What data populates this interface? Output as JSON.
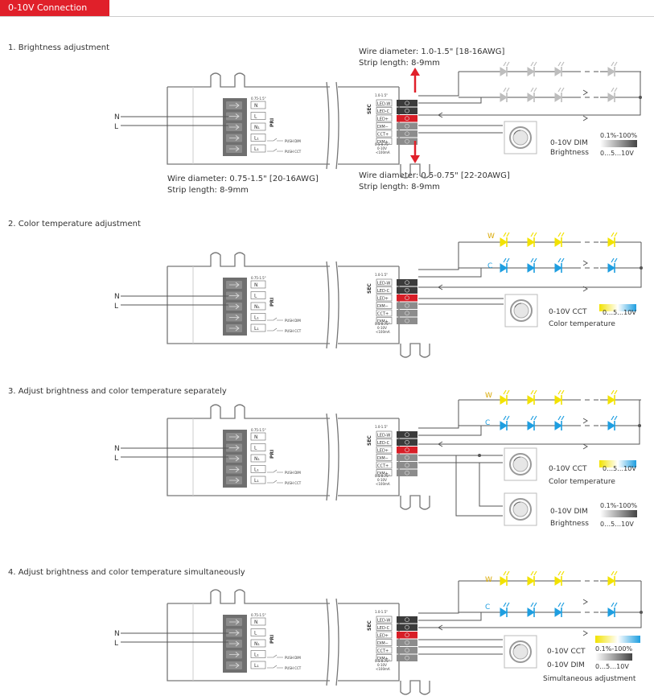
{
  "header": {
    "tab_label": "0-10V Connection"
  },
  "common": {
    "input_n": "N",
    "input_l": "L",
    "pri_label": "PRI",
    "sec_label": "SEC",
    "pri_gauge": "0.75-1.5\"",
    "sec_gauge": "1.0-1.5\"",
    "dim_gauge": "0.5-0.75\"",
    "pri_terminals": [
      "N",
      "L",
      "N₁",
      "L₁",
      "L₁"
    ],
    "push_dim": "PUSH DIM",
    "push_cct": "PUSH CCT",
    "sec_terminals": [
      "LED-W",
      "LED-C",
      "LED+",
      "DIM−",
      "CCT+",
      "DIM+"
    ],
    "max_current": "<100mA",
    "dim_voltage": "0-10V"
  },
  "sections": [
    {
      "title": "1.  Brightness adjustment",
      "notes": [
        "Wire diameter: 1.0-1.5\" [18-16AWG]",
        "Strip length: 8-9mm",
        "Wire diameter: 0.75-1.5\" [20-16AWG]",
        "Strip length: 8-9mm",
        "Wire diameter: 0.5-0.75\" [22-20AWG]",
        "Strip length: 8-9mm"
      ],
      "controls": [
        {
          "line1": "0-10V DIM",
          "line2": "Brightness",
          "scale_top": "0.1%-100%",
          "scale_bottom": "0…5…10V"
        }
      ]
    },
    {
      "title": "2.  Color temperature adjustment",
      "led_w": "W",
      "led_c": "C",
      "controls": [
        {
          "line1": "0-10V CCT",
          "line2": "Color temperature",
          "scale_bottom": "0…5…10V"
        }
      ]
    },
    {
      "title": "3.  Adjust brightness and color temperature separately",
      "led_w": "W",
      "led_c": "C",
      "controls": [
        {
          "line1": "0-10V CCT",
          "line2": "Color temperature",
          "scale_bottom": "0…5…10V"
        },
        {
          "line1": "0-10V DIM",
          "line2": "Brightness",
          "scale_top": "0.1%-100%",
          "scale_bottom": "0…5…10V"
        }
      ]
    },
    {
      "title": "4.  Adjust brightness and color temperature simultaneously",
      "led_w": "W",
      "led_c": "C",
      "controls": [
        {
          "line1": "0-10V CCT",
          "line2": "0-10V DIM",
          "line3": "Simultaneous adjustment",
          "scale_top": "0.1%-100%",
          "scale_bottom": "0…5…10V"
        }
      ]
    }
  ],
  "colors": {
    "accent_red": "#e0202a",
    "warm_led": "#f2e200",
    "cool_led": "#1e9ee0",
    "gray_led": "#bdbdbd",
    "wire": "#555555"
  }
}
